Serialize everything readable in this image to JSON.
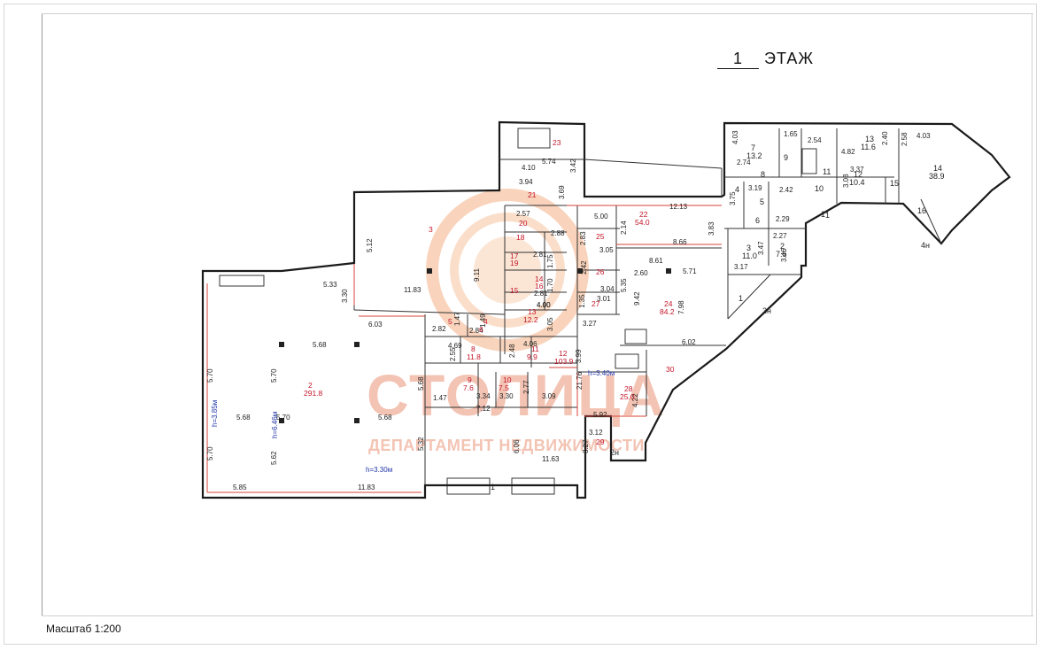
{
  "title": {
    "num": "1",
    "text": "ЭТАЖ"
  },
  "scale": "Масштаб 1:200",
  "watermark": {
    "title": "СТОЛИЦА",
    "subtitle": "ДЕПАРТАМЕНТ НЕДВИЖИМОСТИ"
  },
  "rooms": [
    {
      "no": "2",
      "area": "291.8"
    },
    {
      "no": "3",
      "area": ""
    },
    {
      "no": "4",
      "area": "6"
    },
    {
      "no": "5",
      "area": ""
    },
    {
      "no": "8",
      "area": "11.8"
    },
    {
      "no": "9",
      "area": "7.6"
    },
    {
      "no": "10",
      "area": "7.5"
    },
    {
      "no": "11",
      "area": "9.9"
    },
    {
      "no": "12",
      "area": "103.9"
    },
    {
      "no": "13",
      "area": "12.2"
    },
    {
      "no": "14",
      "area": ""
    },
    {
      "no": "15",
      "area": ""
    },
    {
      "no": "16",
      "area": ""
    },
    {
      "no": "17",
      "area": ""
    },
    {
      "no": "18",
      "area": ""
    },
    {
      "no": "19",
      "area": ""
    },
    {
      "no": "20",
      "area": ""
    },
    {
      "no": "21",
      "area": ""
    },
    {
      "no": "22",
      "area": "54.0"
    },
    {
      "no": "23",
      "area": ""
    },
    {
      "no": "24",
      "area": "84.2"
    },
    {
      "no": "25",
      "area": ""
    },
    {
      "no": "26",
      "area": ""
    },
    {
      "no": "27",
      "area": ""
    },
    {
      "no": "28",
      "area": "25.0"
    },
    {
      "no": "29",
      "area": ""
    },
    {
      "no": "30",
      "area": ""
    }
  ],
  "right_rooms": [
    {
      "no": "7",
      "area": "13.2"
    },
    {
      "no": "13",
      "area": "11.6"
    },
    {
      "no": "14",
      "area": "38.9"
    },
    {
      "no": "12",
      "area": "10.4"
    },
    {
      "no": "3",
      "area": "11.0"
    },
    {
      "no": "2",
      "area": "7.5"
    },
    {
      "no": "6",
      "area": ""
    },
    {
      "no": "5",
      "area": ""
    },
    {
      "no": "4",
      "area": ""
    },
    {
      "no": "8",
      "area": ""
    },
    {
      "no": "9",
      "area": ""
    },
    {
      "no": "10",
      "area": ""
    },
    {
      "no": "11",
      "area": ""
    },
    {
      "no": "15",
      "area": ""
    },
    {
      "no": "16",
      "area": ""
    },
    {
      "no": "1",
      "area": ""
    }
  ],
  "heights": [
    "h=3.85м",
    "h=6.46м",
    "h=3.30м",
    "h=3.40м"
  ],
  "dimensions": [
    "5.33",
    "5.68",
    "5.70",
    "5.68",
    "5.70",
    "5.68",
    "5.62",
    "5.85",
    "11.83",
    "5.70",
    "5.70",
    "6.03",
    "3.30",
    "5.12",
    "11.83",
    "9.11",
    "4.10",
    "5.74",
    "3.42",
    "3.94",
    "3.69",
    "12.13",
    "5.00",
    "2.14",
    "8.66",
    "3.83",
    "8.61",
    "5.71",
    "2.60",
    "9.42",
    "7.98",
    "6.02",
    "3.27",
    "3.99",
    "21.76",
    "5.92",
    "4.22",
    "3.12",
    "3.27",
    "11.63",
    "6.06",
    "7.12",
    "1.47",
    "3.34",
    "3.30",
    "3.09",
    "2.82",
    "4.69",
    "2.55",
    "2.84",
    "4.06",
    "2.48",
    "4.00",
    "3.05",
    "2.81",
    "2.81",
    "2.57",
    "2.88",
    "2.83",
    "3.05",
    "2.42",
    "3.04",
    "3.01",
    "5.35",
    "1.75",
    "1.70",
    "1.35",
    "4.00",
    "1.65",
    "2.54",
    "4.03",
    "2.74",
    "4.82",
    "2.40",
    "2.58",
    "4.03",
    "3.37",
    "3.08",
    "3.19",
    "2.42",
    "3.75",
    "2.29",
    "2.27",
    "3.47",
    "3.46",
    "3.17",
    "1.47",
    "1.49",
    "2.77",
    "5.68",
    "5.32"
  ],
  "entrances": [
    "1",
    "1",
    "1",
    "3н",
    "4н",
    "2н"
  ]
}
